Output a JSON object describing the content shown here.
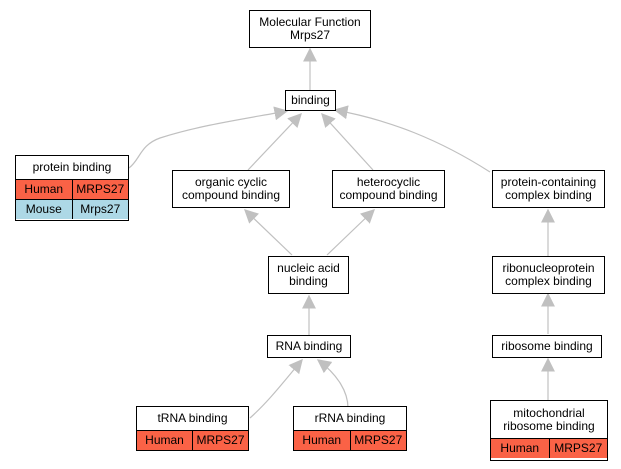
{
  "colors": {
    "human": "#fa6246",
    "mouse": "#add8e6",
    "edge": "#c0c0c0"
  },
  "nodes": {
    "root": {
      "label": "Molecular Function\nMrps27"
    },
    "binding": {
      "label": "binding"
    },
    "protein_binding": {
      "label": "protein binding",
      "rows": [
        [
          "Human",
          "MRPS27"
        ],
        [
          "Mouse",
          "Mrps27"
        ]
      ]
    },
    "organic": {
      "label": "organic cyclic\ncompound binding"
    },
    "heterocyclic": {
      "label": "heterocyclic\ncompound binding"
    },
    "protein_complex": {
      "label": "protein-containing\ncomplex binding"
    },
    "nucleic": {
      "label": "nucleic acid\nbinding"
    },
    "rnp": {
      "label": "ribonucleoprotein\ncomplex binding"
    },
    "rna": {
      "label": "RNA binding"
    },
    "ribosome": {
      "label": "ribosome binding"
    },
    "trna": {
      "label": "tRNA binding",
      "rows": [
        [
          "Human",
          "MRPS27"
        ]
      ]
    },
    "rrna": {
      "label": "rRNA binding",
      "rows": [
        [
          "Human",
          "MRPS27"
        ]
      ]
    },
    "mito": {
      "label": "mitochondrial\nribosome binding",
      "rows": [
        [
          "Human",
          "MRPS27"
        ]
      ]
    }
  }
}
